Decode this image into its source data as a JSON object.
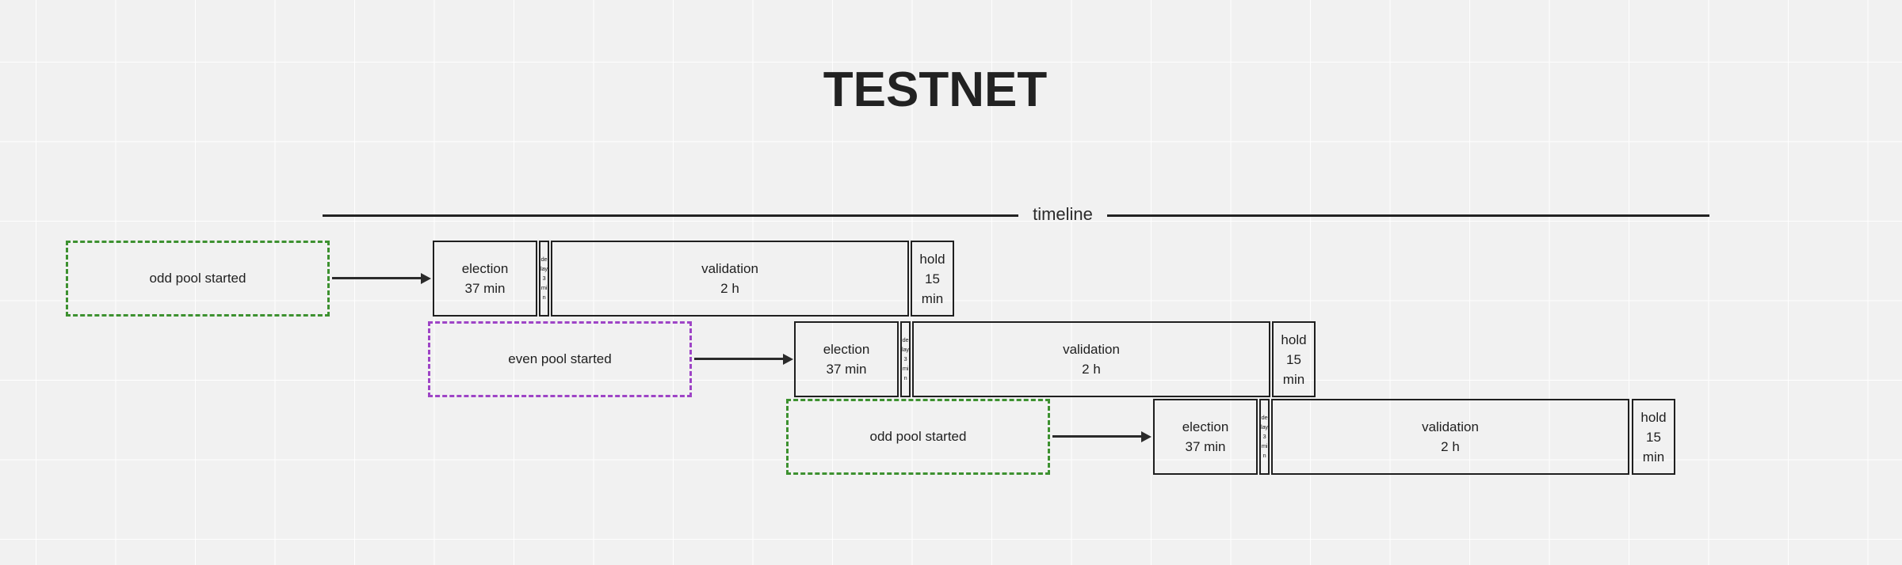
{
  "title": "TESTNET",
  "timeline": {
    "label": "timeline"
  },
  "colors": {
    "odd_pool_green": "#3d9130",
    "even_pool_purple": "#9e44c6",
    "box_stroke": "#1f1f1f",
    "background": "#f1f1f1"
  },
  "rows": [
    {
      "trigger": {
        "label": "odd pool started"
      },
      "phases": {
        "election": {
          "name": "election",
          "duration": "37 min"
        },
        "delay": {
          "name": "delay",
          "duration": "3 min"
        },
        "validation": {
          "name": "validation",
          "duration": "2 h"
        },
        "hold": {
          "name": "hold",
          "duration": "15 min"
        }
      }
    },
    {
      "trigger": {
        "label": "even pool started"
      },
      "phases": {
        "election": {
          "name": "election",
          "duration": "37 min"
        },
        "delay": {
          "name": "delay",
          "duration": "3 min"
        },
        "validation": {
          "name": "validation",
          "duration": "2 h"
        },
        "hold": {
          "name": "hold",
          "duration": "15 min"
        }
      }
    },
    {
      "trigger": {
        "label": "odd pool started"
      },
      "phases": {
        "election": {
          "name": "election",
          "duration": "37 min"
        },
        "delay": {
          "name": "delay",
          "duration": "3 min"
        },
        "validation": {
          "name": "validation",
          "duration": "2 h"
        },
        "hold": {
          "name": "hold",
          "duration": "15 min"
        }
      }
    }
  ]
}
